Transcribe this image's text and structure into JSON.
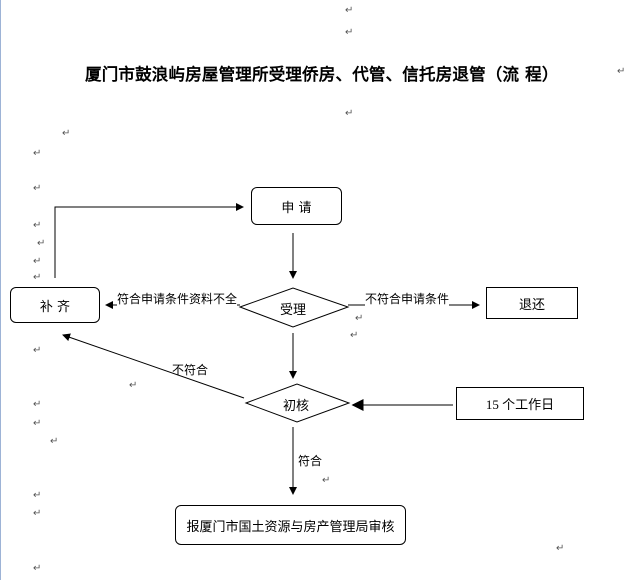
{
  "title": "厦门市鼓浪屿房屋管理所受理侨房、代管、信托房退管（流  程）",
  "paragraph_mark": "↵",
  "nodes": {
    "apply": "申 请",
    "accept": "受理",
    "supplement": "补 齐",
    "return": "退还",
    "review": "初核",
    "days": "15 个工作日",
    "submit": "报厦门市国土资源与房产管理局审核"
  },
  "edges": {
    "incomplete": "符合申请条件资料不全",
    "not_eligible": "不符合申请条件",
    "not_pass": "不符合",
    "pass": "符合"
  }
}
